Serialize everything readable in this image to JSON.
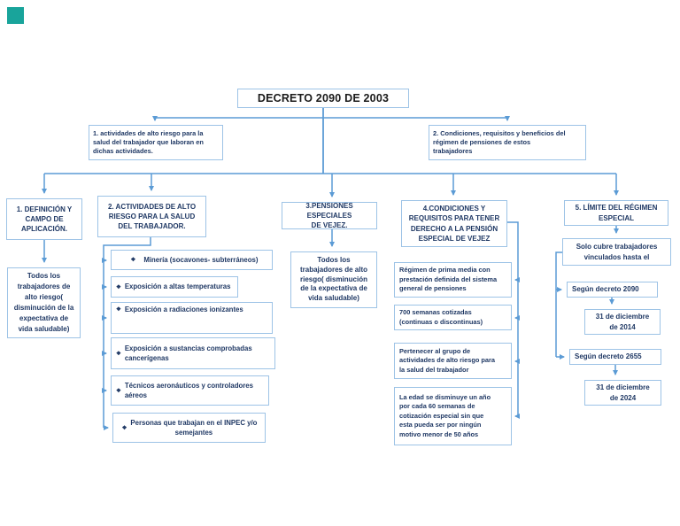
{
  "colors": {
    "box_border": "#9DC3E6",
    "connector": "#5B9BD5",
    "text": "#1F3864",
    "title_text": "#1A1A1A",
    "corner_marker": "#19A49B"
  },
  "bullets": {
    "diamond": "❖"
  },
  "title": "DECRETO 2090 DE 2003",
  "intro": {
    "left": "1. actividades de alto riesgo para la\nsalud del trabajador que laboran en\ndichas actividades.",
    "right": "2. Condiciones, requisitos y beneficios del\nrégimen de pensiones de estos\ntrabajadores"
  },
  "col1": {
    "header": "1. DEFINICIÓN Y\nCAMPO DE\nAPLICACIÓN.",
    "child": "Todos los\ntrabajadores de\nalto riesgo(\ndisminución de la\nexpectativa de\nvida saludable)"
  },
  "col2": {
    "header": "2. ACTIVIDADES DE ALTO\nRIESGO PARA LA SALUD\nDEL TRABAJADOR.",
    "items": [
      "Minería (socavones- subterráneos)",
      "Exposición a altas temperaturas",
      "Exposición a radiaciones ionizantes",
      "Exposición a sustancias comprobadas\ncancerígenas",
      "Técnicos aeronáuticos y controladores\naéreos",
      "Personas que trabajan en el INPEC y/o\nsemejantes"
    ]
  },
  "col3": {
    "header": "3.PENSIONES ESPECIALES\nDE VEJEZ.",
    "child": "Todos los\ntrabajadores de alto\nriesgo( disminución\nde la expectativa de\nvida saludable)"
  },
  "col4": {
    "header": "4.CONDICIONES Y\nREQUISITOS PARA TENER\nDERECHO A LA PENSIÓN\nESPECIAL DE VEJEZ",
    "items": [
      "Régimen de prima media con\nprestación definida del sistema\ngeneral de pensiones",
      "700 semanas cotizadas\n(continuas o discontinuas)",
      "Pertenecer al grupo de\nactividades de alto riesgo para\nla salud del trabajador",
      "La edad se disminuye un año\npor cada 60 semanas de\ncotización especial sin que\nesta pueda ser por ningún\nmotivo menor de 50 años"
    ]
  },
  "col5": {
    "header": "5. LÍMITE DEL RÉGIMEN\nESPECIAL",
    "scope": "Solo cubre trabajadores\nvinculados hasta el",
    "decree_2090": "Según decreto 2090",
    "date_2014": "31 de diciembre\nde 2014",
    "decree_2655": "Según decreto 2655",
    "date_2024": "31 de diciembre\nde 2024"
  }
}
